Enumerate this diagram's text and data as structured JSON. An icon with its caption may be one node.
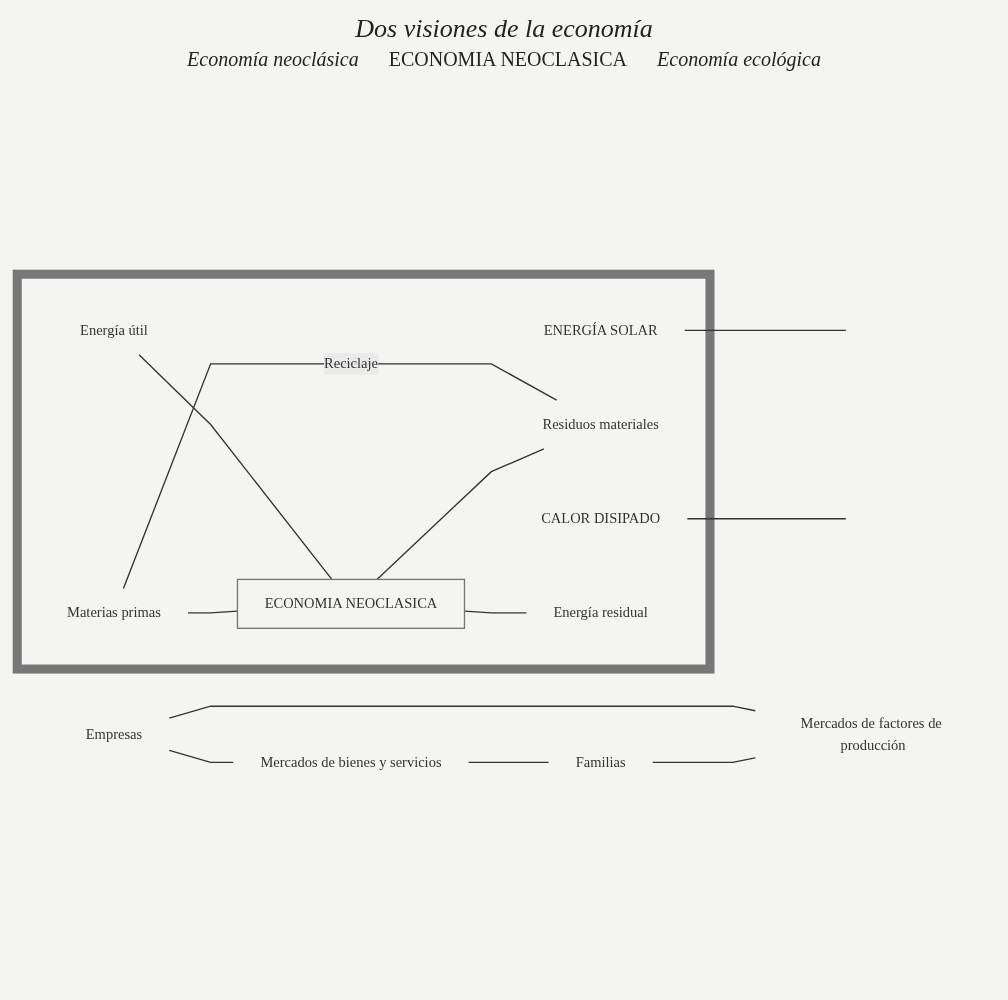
{
  "diagram": {
    "title": "Dos visiones de la economía",
    "nodes": [
      {
        "text": [
          "Empresas"
        ]
      },
      {
        "text": [
          "Mercados de bienes y servicios"
        ]
      },
      {
        "text": [
          "Familias"
        ]
      },
      {
        "text": [
          "Mercados de factores de producción"
        ]
      },
      {
        "text": [],
        "shape": "box"
      },
      {
        "text": [
          "ENERGÍA SOLAR"
        ],
        "in": 4
      },
      {
        "text": [
          "Materias primas"
        ],
        "in": 4
      },
      {
        "text": [
          "Residuos materiales"
        ],
        "in": 4
      },
      {
        "text": [
          "CALOR DISIPADO"
        ],
        "in": 4
      },
      {
        "text": [
          "Energía útil"
        ],
        "in": 4
      },
      {
        "text": [
          "ECONOMIA NEOCLASICA"
        ],
        "in": 4
      },
      {
        "text": [
          "Energía residual"
        ],
        "in": 4
      }
    ],
    "edges": [
      {
        "from": 0,
        "to": 1,
        "arrow": "none"
      },
      {
        "from": 1,
        "to": 2,
        "arrow": "none"
      },
      {
        "from": 2,
        "to": 3,
        "arrow": "none"
      },
      {
        "from": 3,
        "to": 0,
        "arrow": "none"
      },
      {
        "from": 6,
        "to": 10,
        "arrow": "none"
      },
      {
        "from": 9,
        "to": 10,
        "arrow": "none"
      },
      {
        "from": 10,
        "to": 7,
        "arrow": "none"
      },
      {
        "from": 7,
        "to": 6,
        "label": "Reciclaje",
        "arrow": "none"
      },
      {
        "from": 10,
        "to": 11,
        "arrow": "none"
      },
      {
        "from": 5,
        "to": null,
        "arrow": "none"
      },
      {
        "from": 8,
        "to": null,
        "arrow": "none"
      }
    ],
    "labels": [
      "Economía neoclásica",
      "ECONOMIA NEOCLASICA",
      "Economía ecológica"
    ]
  }
}
